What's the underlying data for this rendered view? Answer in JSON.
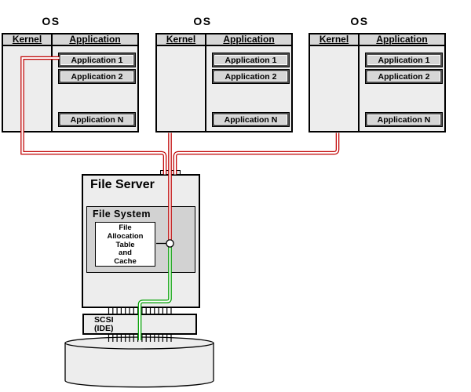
{
  "os_boxes": [
    {
      "title": "OS",
      "kernel_label": "Kernel",
      "application_label": "Application",
      "apps": [
        "Application 1",
        "Application 2",
        "Application N"
      ]
    },
    {
      "title": "OS",
      "kernel_label": "Kernel",
      "application_label": "Application",
      "apps": [
        "Application 1",
        "Application 2",
        "Application N"
      ]
    },
    {
      "title": "OS",
      "kernel_label": "Kernel",
      "application_label": "Application",
      "apps": [
        "Application 1",
        "Application 2",
        "Application N"
      ]
    }
  ],
  "file_server": {
    "title": "File Server"
  },
  "file_system": {
    "title": "File System"
  },
  "fat_box": {
    "lines": [
      "File",
      "Allocation",
      "Table",
      "and",
      "Cache"
    ]
  },
  "scsi_box": {
    "lines": [
      "SCSI",
      "(IDE)"
    ]
  },
  "colors": {
    "red": "#c00000",
    "green": "#00a000"
  }
}
